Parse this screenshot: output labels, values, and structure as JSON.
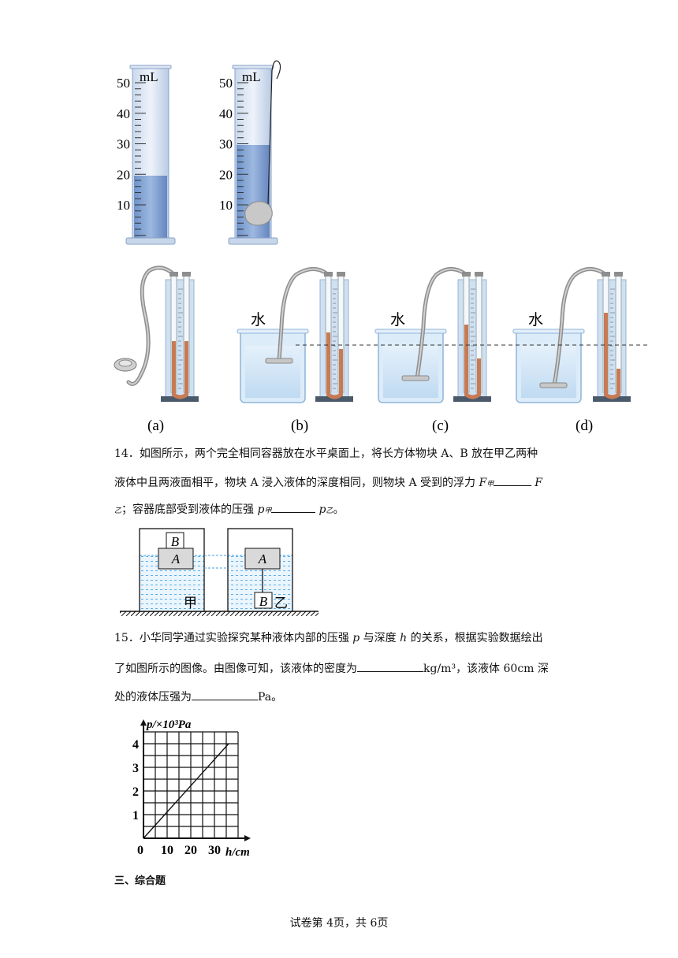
{
  "cylinders": {
    "unit": "mL",
    "ticks": [
      "50",
      "40",
      "30",
      "20",
      "10"
    ]
  },
  "manometer_figure": {
    "water_label": "水",
    "captions": [
      "(a)",
      "(b)",
      "(c)",
      "(d)"
    ]
  },
  "q14": {
    "line1": "14．如图所示，两个完全相同容器放在水平桌面上，将长方体物块 A、B 放在甲乙两种",
    "line2_a": "液体中且两液面相平，物块 A 浸入液体的深度相同，则物块 A 受到的浮力 ",
    "F": "F",
    "sub_jia": "甲",
    "sub_yi": "乙",
    "line3_a": "；容器底部受到液体的压强 ",
    "p": "p",
    "end": "。"
  },
  "containers": {
    "block_a": "A",
    "block_b": "B",
    "left_label": "甲",
    "right_label": "乙"
  },
  "q15": {
    "line1_a": "15．小华同学通过实验探究某种液体内部的压强 ",
    "p": "p",
    "line1_b": " 与深度 ",
    "h": "h",
    "line1_c": " 的关系，根据实验数据绘出",
    "line2_a": "了如图所示的图像。由图像可知，该液体的密度为",
    "unit_density": "kg/m³",
    "line2_b": "，该液体 60cm 深",
    "line3_a": "处的液体压强为",
    "unit_pa": "Pa",
    "end": "。"
  },
  "chart_data": {
    "type": "line",
    "ylabel": "p/×10³Pa",
    "xlabel": "h/cm",
    "xlim": [
      0,
      40
    ],
    "ylim": [
      0,
      4.5
    ],
    "x_ticks": [
      "0",
      "10",
      "20",
      "30"
    ],
    "y_ticks": [
      "1",
      "2",
      "3",
      "4"
    ],
    "grid": true,
    "series": [
      {
        "x": [
          0,
          36
        ],
        "y": [
          0,
          4
        ]
      }
    ]
  },
  "section3": {
    "title": "三、综合题"
  },
  "footer": {
    "text": "试卷第 4页，共 6页"
  }
}
